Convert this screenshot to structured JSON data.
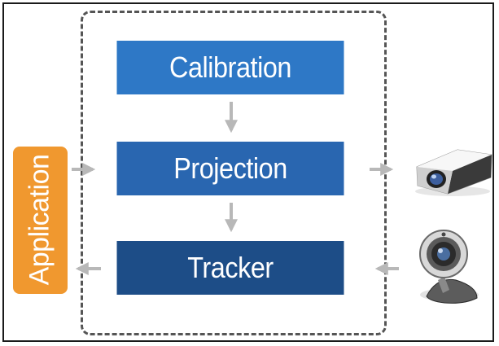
{
  "blocks": {
    "calibration": "Calibration",
    "projection": "Projection",
    "tracker": "Tracker"
  },
  "application": "Application",
  "colors": {
    "calibration": "#2e78c6",
    "projection": "#2966b0",
    "tracker": "#1d4d87",
    "application": "#f0982f",
    "arrow": "#b8b8b8"
  },
  "icons": [
    "projector-icon",
    "webcam-icon"
  ]
}
